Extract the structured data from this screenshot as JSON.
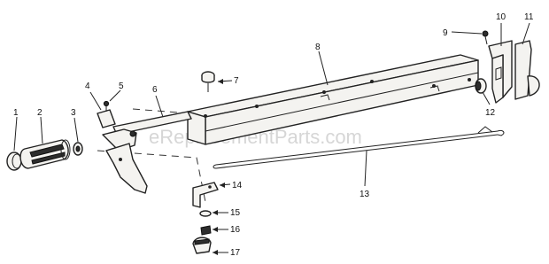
{
  "watermark": "eReplacementParts.com",
  "callouts": {
    "c1": "1",
    "c2": "2",
    "c3": "3",
    "c4": "4",
    "c5": "5",
    "c6": "6",
    "c7": "7",
    "c8": "8",
    "c9": "9",
    "c10": "10",
    "c11": "11",
    "c12": "12",
    "c13": "13",
    "c14": "14",
    "c15": "15",
    "c16": "16",
    "c17": "17"
  }
}
